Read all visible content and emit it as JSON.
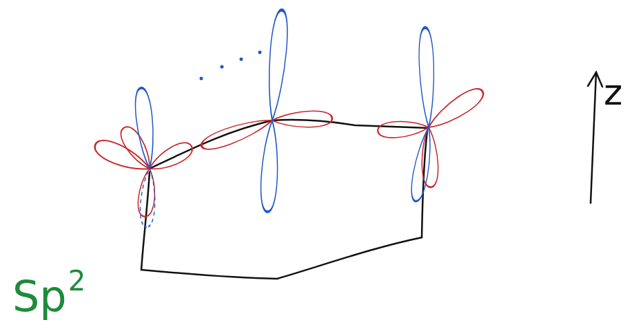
{
  "diagram": {
    "labels": [
      "Sp",
      "2",
      "z"
    ]
  }
}
